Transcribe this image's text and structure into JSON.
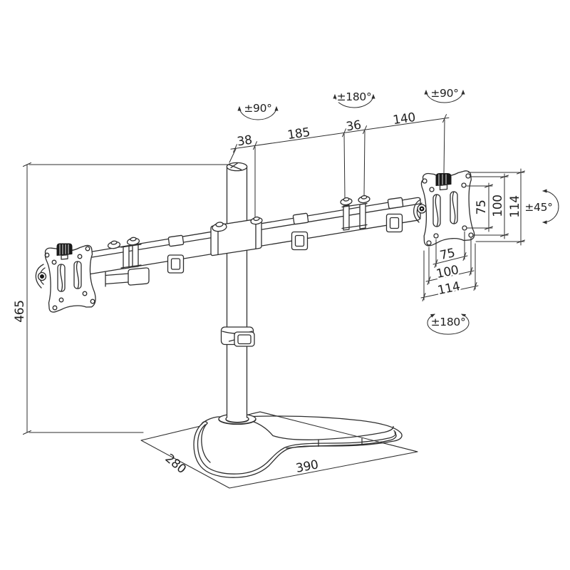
{
  "page": {
    "background": "#ffffff",
    "ink": "#2e2e2e",
    "knob_color": "#191919"
  },
  "diagram": {
    "top_dimensions": {
      "pole_diameter": "38",
      "pole_to_joint": "185",
      "joint_width": "36",
      "joint_to_plate": "140"
    },
    "height_mm": "465",
    "base": {
      "depth": "280",
      "width": "390"
    },
    "vesa_plate": {
      "vertical": {
        "inner": "75",
        "middle": "100",
        "outer": "114"
      },
      "horizontal": {
        "inner": "75",
        "middle": "100",
        "outer": "114"
      }
    },
    "angles": {
      "pole_swivel": "±90°",
      "mid_joint_swivel": "±180°",
      "end_joint_swivel": "±90°",
      "tilt": "±45°",
      "plate_rotation": "±180°"
    }
  }
}
